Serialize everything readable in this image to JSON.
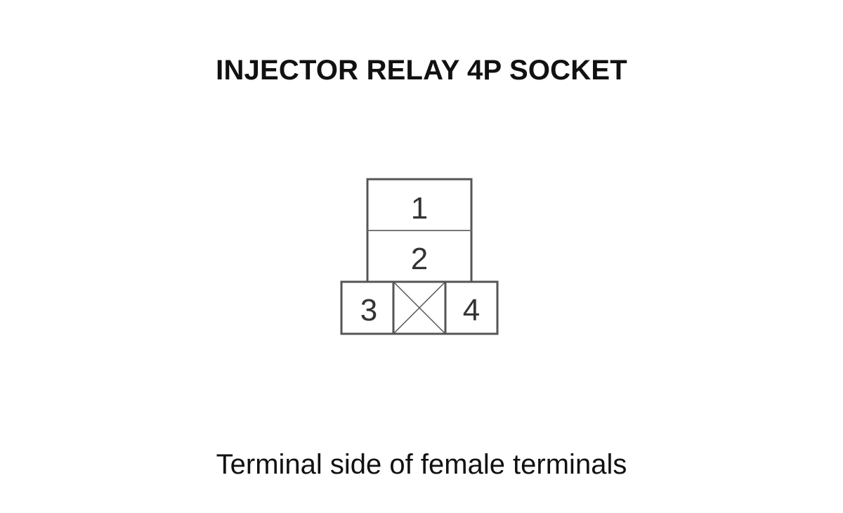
{
  "title": "INJECTOR RELAY 4P SOCKET",
  "subtitle": "Terminal side of female terminals",
  "terminals": {
    "t1": "1",
    "t2": "2",
    "t3": "3",
    "t4": "4"
  },
  "blank_cavity": true
}
